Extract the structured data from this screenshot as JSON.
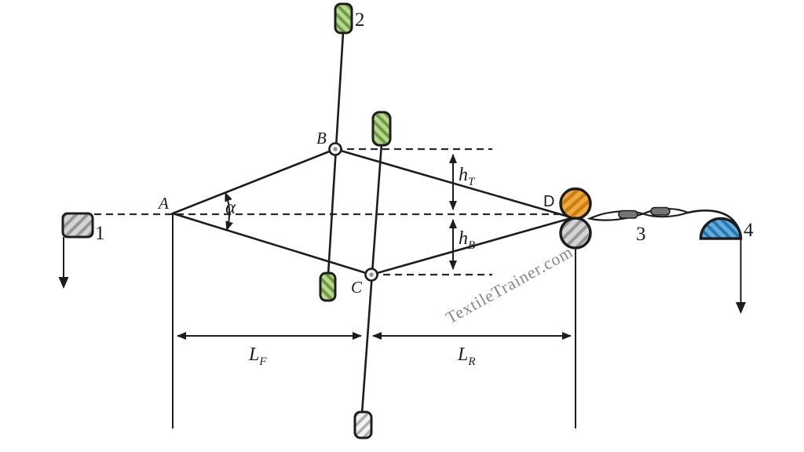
{
  "watermark": {
    "text": "TextileTrainer.com",
    "color": "#878787"
  },
  "labels": {
    "point_a": "A",
    "point_b": "B",
    "point_c": "C",
    "point_d": "D",
    "num_1": "1",
    "num_2": "2",
    "num_3": "3",
    "num_4": "4",
    "alpha": "α",
    "h_t": {
      "main": "h",
      "sub": "T"
    },
    "h_b": {
      "main": "h",
      "sub": "B"
    },
    "l_f": {
      "main": "L",
      "sub": "F"
    },
    "l_r": {
      "main": "L",
      "sub": "R"
    }
  },
  "colors": {
    "line": "#1d1d1d",
    "green_fill": "#b9d78f",
    "green_hatch": "#6d9c44",
    "orange_fill": "#f2a93c",
    "orange_hatch": "#c97f17",
    "gray_fill": "#d4d4d4",
    "gray_hatch": "#979797",
    "light_fill": "#f2f2f2",
    "light_hatch": "#aeaeae",
    "blue_fill": "#5fb0e0",
    "blue_hatch": "#2f76ad",
    "pill_fill": "#757575"
  }
}
